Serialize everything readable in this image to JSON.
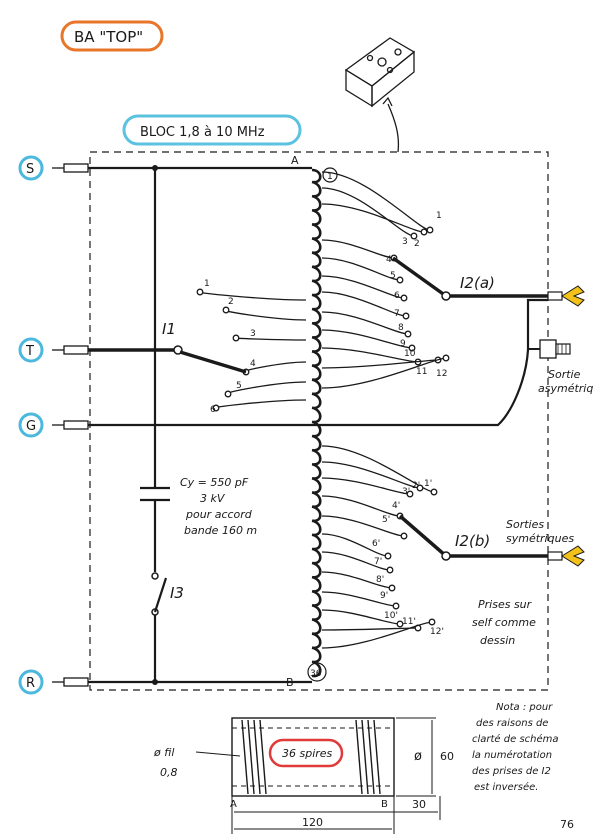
{
  "header": {
    "title": "BA \"TOP\"",
    "block_label": "BLOC 1,8 à 10 MHz"
  },
  "terminals": {
    "s": "S",
    "t": "T",
    "g": "G",
    "r": "R"
  },
  "coil": {
    "top_label": "A",
    "bottom_label": "B",
    "first_tap": "1",
    "last_tap": "36"
  },
  "switches": {
    "i1": "I1",
    "i2a": "I2(a)",
    "i2b": "I2(b)",
    "i3": "I3"
  },
  "upper_contacts": [
    "1",
    "2",
    "3",
    "4",
    "5",
    "6",
    "7",
    "8",
    "9",
    "10",
    "11",
    "12"
  ],
  "i1_contacts": [
    "1",
    "2",
    "3",
    "4",
    "5",
    "6"
  ],
  "lower_contacts": [
    "1'",
    "2'",
    "3'",
    "4'",
    "5'",
    "6'",
    "7'",
    "8'",
    "9'",
    "10'",
    "11'",
    "12'"
  ],
  "capacitor_note": [
    "Cy = 550 pF",
    "3 kV",
    "pour accord",
    "bande 160 m"
  ],
  "outputs": {
    "asym": [
      "Sortie",
      "asymétrique"
    ],
    "sym": [
      "Sorties",
      "symétriques"
    ]
  },
  "taps_note": [
    "Prises sur",
    "self comme",
    "dessin"
  ],
  "coil_form": {
    "turns": "36 spires",
    "wire_label": [
      "ø fil",
      "0,8"
    ],
    "diameter_symbol": "ø",
    "diameter": "60",
    "length": "120",
    "lead": "30",
    "end_a": "A",
    "end_b": "B"
  },
  "nota": [
    "Nota : pour",
    "des raisons de",
    "clarté de schéma",
    "la numérotation",
    "des prises de I2",
    "est inversée."
  ],
  "page_number": "76",
  "colors": {
    "ink": "#1a1a1a",
    "title_ring": "#e8762a",
    "block_ring": "#5bc2e0",
    "terminal_ring": "#4cb8dd",
    "turns_ring": "#e03a3a",
    "connector": "#f2c21a"
  }
}
